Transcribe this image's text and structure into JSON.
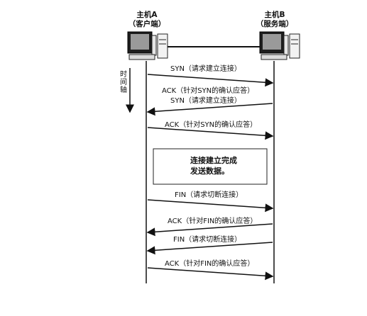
{
  "hosts": {
    "a": {
      "name": "主机A",
      "role": "（客户端）"
    },
    "b": {
      "name": "主机B",
      "role": "（服务端）"
    }
  },
  "time_axis": {
    "label": "时间轴"
  },
  "messages": [
    {
      "label": "SYN（请求建立连接）",
      "direction": "a-to-b"
    },
    {
      "label": "ACK（针对SYN的确认应答）",
      "direction": "b-to-a"
    },
    {
      "label": "SYN（请求建立连接）",
      "direction": "b-to-a"
    },
    {
      "label": "ACK（针对SYN的确认应答）",
      "direction": "a-to-b"
    },
    {
      "label": "FIN（请求切断连接）",
      "direction": "a-to-b"
    },
    {
      "label": "ACK（针对FIN的确认应答）",
      "direction": "b-to-a"
    },
    {
      "label": "FIN（请求切断连接）",
      "direction": "b-to-a"
    },
    {
      "label": "ACK（针对FIN的确认应答）",
      "direction": "a-to-b"
    }
  ],
  "status_box": {
    "line1": "连接建立完成",
    "line2": "发送数据。"
  }
}
